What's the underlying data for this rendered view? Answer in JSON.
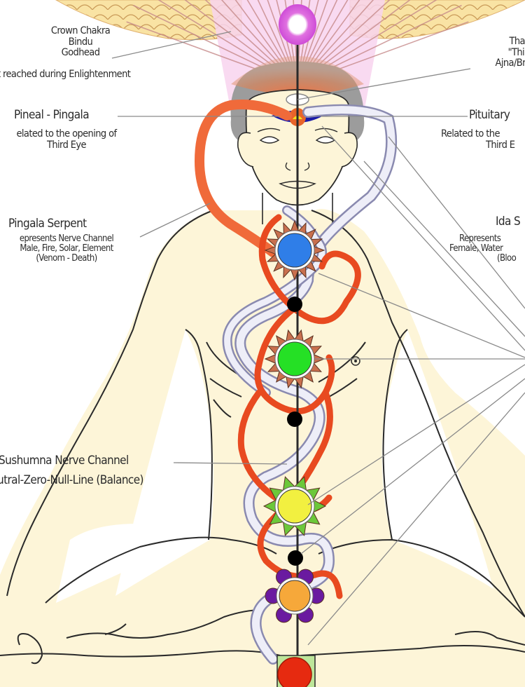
{
  "title": "Chakra, Kundalini and Nadi channels diagram",
  "labels": {
    "crown": {
      "line1": "Crown Chakra",
      "line2": "Bindu",
      "line3": "Godhead",
      "line4": "t reached during Enlightenment"
    },
    "thalamus": {
      "line1": "Thalan",
      "line2": "\"Third I",
      "line3": "Ajna/Brow"
    },
    "pineal": {
      "heading": "Pineal - Pingala",
      "line1": "elated to the opening of",
      "line2": "Third Eye"
    },
    "pituitary": {
      "heading": "Pituitary",
      "line1": "Related to the",
      "line2": "Third E"
    },
    "pingala": {
      "heading": "Pingala Serpent",
      "line1": "epresents Nerve Channel",
      "line2": "Male, Fire, Solar, Element",
      "line3": "(Venom - Death)"
    },
    "ida": {
      "heading": "Ida S",
      "line1": "Represents",
      "line2": "Female, Water",
      "line3": "(Bloo"
    },
    "sushumna": {
      "line1": "Sushumna Nerve Channel",
      "line2": "utral-Zero-Null-Line (Balance)"
    }
  },
  "chakras": [
    {
      "name": "crown",
      "color": "#e070e0"
    },
    {
      "name": "third-eye",
      "color": "#1a1aa8"
    },
    {
      "name": "throat",
      "color": "#2f7ee8"
    },
    {
      "name": "heart",
      "color": "#25e025"
    },
    {
      "name": "solar-plexus",
      "color": "#f2f040"
    },
    {
      "name": "sacral",
      "color": "#f6a83a"
    },
    {
      "name": "root",
      "color": "#e62a10"
    }
  ],
  "colors": {
    "skin": "#fdf5d8",
    "pingala": "#f2502a",
    "ida": "#e6e6f4",
    "hair": "#9a9a9a",
    "wings": "#f9e3a4",
    "rays": "#f6c6ec",
    "petals_throat": "#c9704e",
    "petals_solar": "#6cc83a",
    "petals_sacral": "#6a1aa0"
  }
}
